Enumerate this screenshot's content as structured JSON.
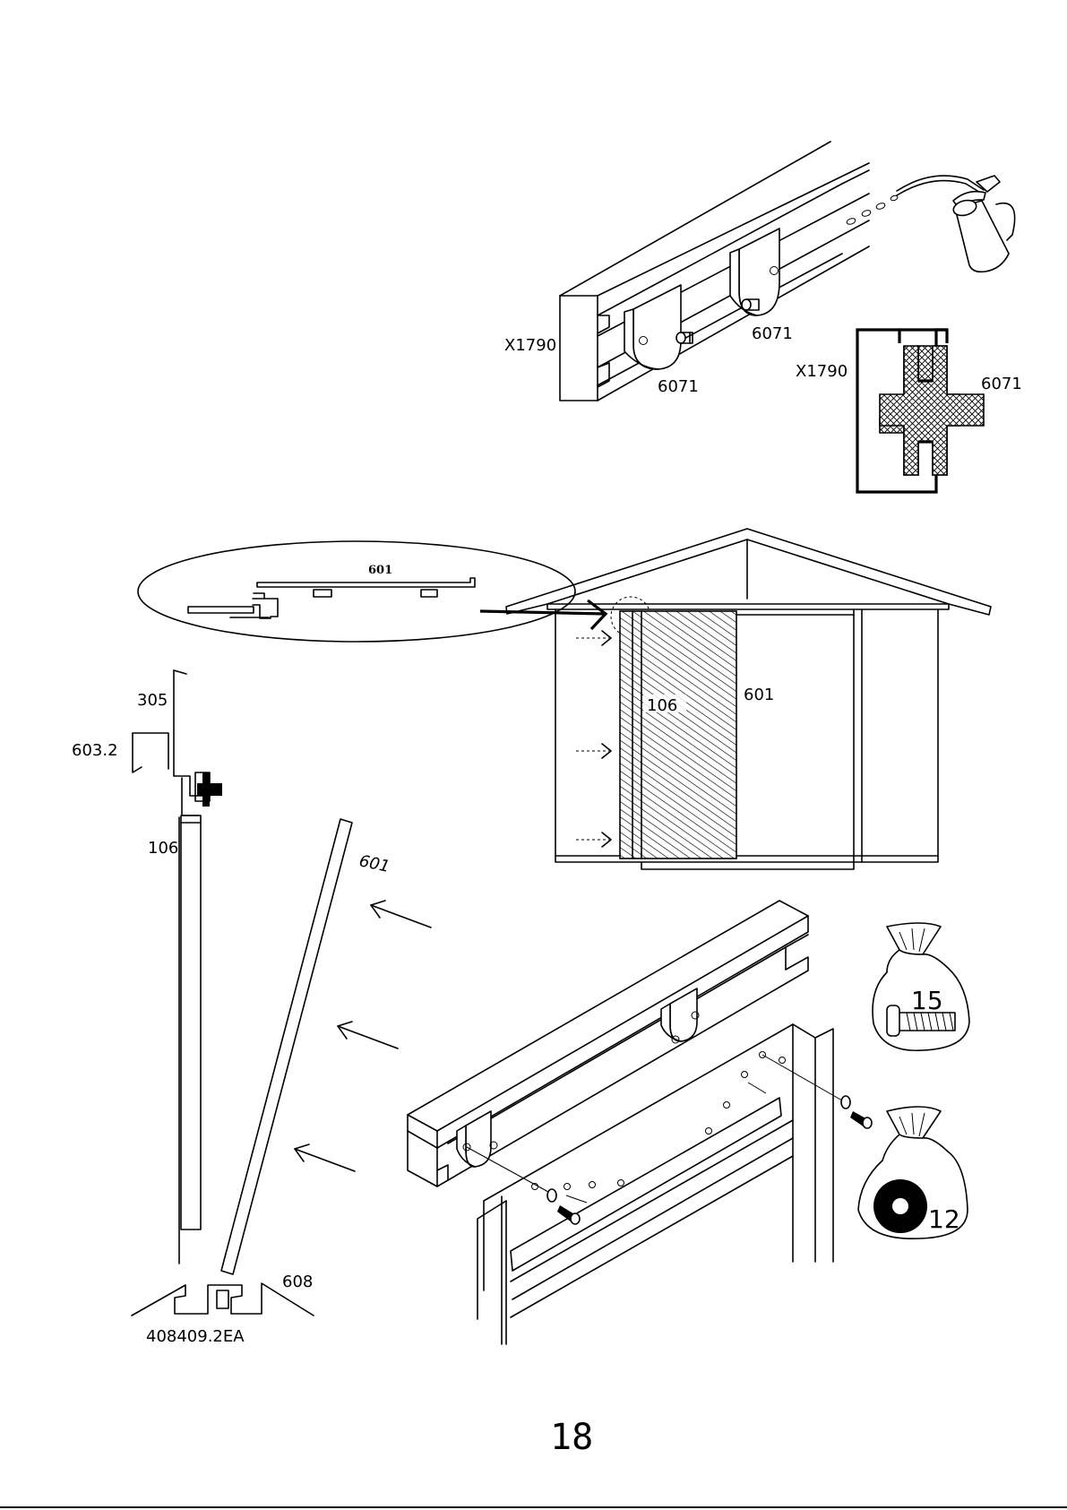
{
  "labels": {
    "rail_top": "X1790",
    "slider_a": "6071",
    "slider_b": "6071",
    "section_rail": "X1790",
    "section_slider": "6071",
    "detail_601": "601",
    "panel_106": "106",
    "panel_601": "601",
    "profile_305": "305",
    "profile_6032": "603.2",
    "profile_106": "106",
    "strip_601": "601",
    "base_608": "608",
    "base_code": "408409.2EA",
    "bag_screws_qty": "15",
    "bag_washers_qty": "12"
  },
  "page_number": "18",
  "icons": [
    "oil-can-icon",
    "screw-bag-icon",
    "washer-bag-icon",
    "arrow-icon",
    "screw-icon",
    "washer-icon"
  ]
}
